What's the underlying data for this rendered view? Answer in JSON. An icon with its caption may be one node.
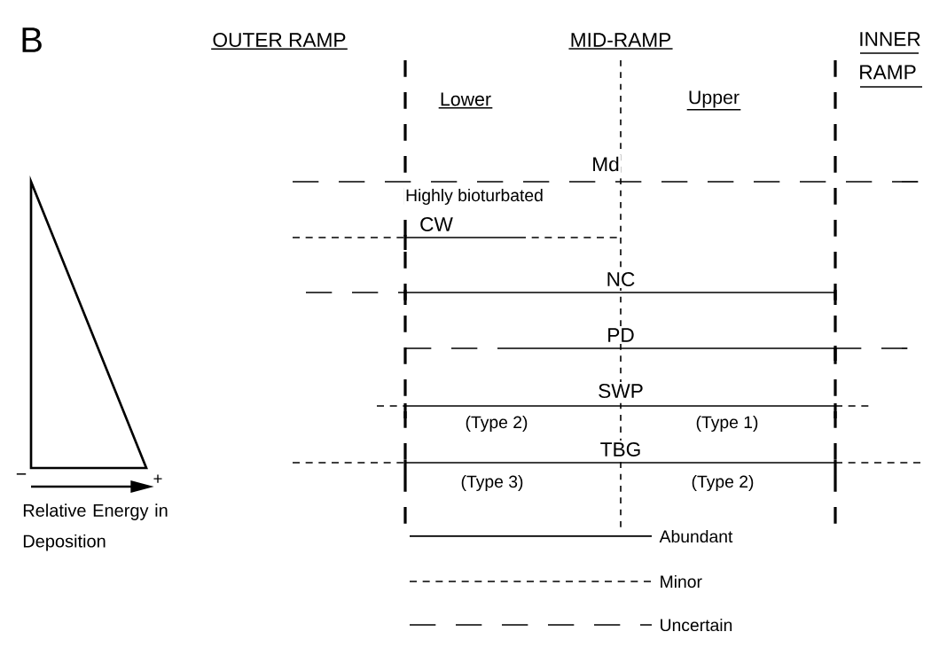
{
  "diagram": {
    "labels": [
      "B",
      "OUTER RAMP",
      "MID-RAMP",
      "INNER RAMP",
      "Lower",
      "Upper",
      "Md",
      "Highly bioturbated",
      "CW",
      "NC",
      "PD",
      "SWP",
      "(Type 2)",
      "(Type 1)",
      "TBG",
      "(Type 3)",
      "(Type 2)",
      "−",
      "+",
      "Relative Energy in Deposition"
    ],
    "legend": [
      {
        "text": "Abundant"
      },
      {
        "text": "Minor"
      },
      {
        "text": "Uncertain"
      }
    ]
  }
}
